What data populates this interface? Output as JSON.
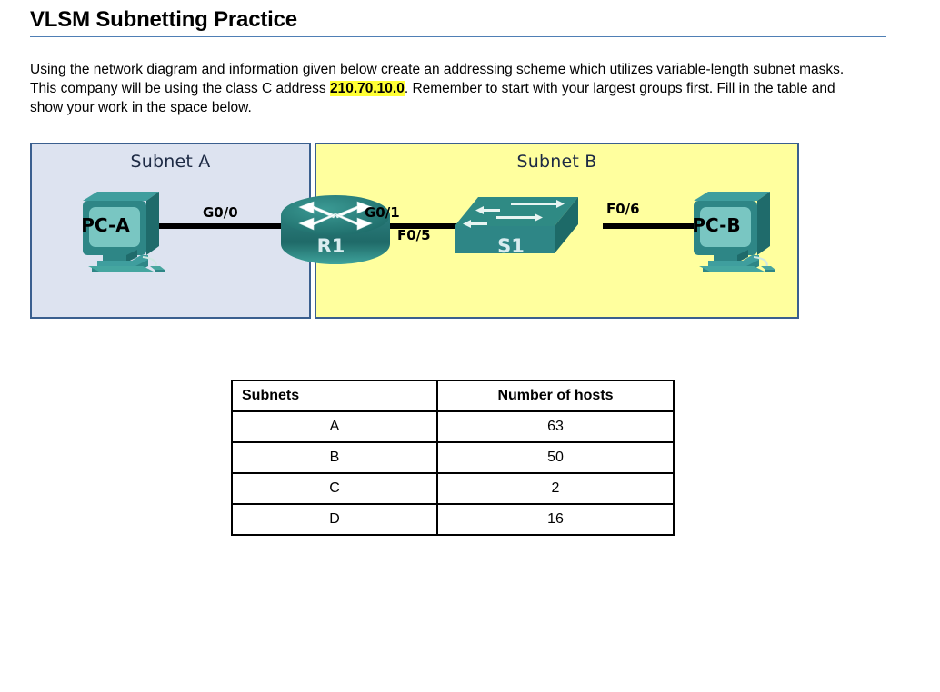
{
  "document": {
    "title": "VLSM Subnetting Practice",
    "intro_part_1": "Using the network diagram and information given below create an addressing scheme which utilizes variable-length subnet masks. This company will be using the class C address ",
    "highlighted_address": "210.70.10.0",
    "intro_part_2": ". Remember to start with your largest groups first. Fill in the table and show your work in the space below."
  },
  "diagram": {
    "subnet_a": {
      "title": "Subnet A",
      "background_color": "#dde3f0",
      "border_color": "#3a5f8f",
      "device": {
        "name": "PC-A",
        "icon": "desktop-computer-icon"
      },
      "interface_label": "G0/0"
    },
    "subnet_b": {
      "title": "Subnet B",
      "background_color": "#ffff9e",
      "border_color": "#3a5f8f",
      "device": {
        "name": "PC-B",
        "icon": "desktop-computer-icon"
      },
      "switch": {
        "name": "S1",
        "icon": "switch-icon"
      },
      "interface_label_switch_uplink": "F0/5",
      "interface_label_pc": "F0/6"
    },
    "router": {
      "name": "R1",
      "icon": "router-icon",
      "interface_label": "G0/1"
    },
    "device_color": "#2e8080",
    "cable_color": "#000000"
  },
  "table": {
    "headers": [
      "Subnets",
      "Number of hosts"
    ],
    "rows": [
      {
        "subnet": "A",
        "hosts": "63"
      },
      {
        "subnet": "B",
        "hosts": "50"
      },
      {
        "subnet": "C",
        "hosts": "2"
      },
      {
        "subnet": "D",
        "hosts": "16"
      }
    ]
  }
}
